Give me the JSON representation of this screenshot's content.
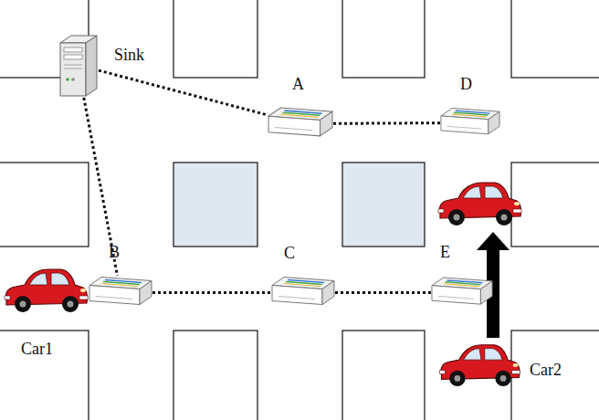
{
  "diagram": {
    "nodes": [
      {
        "text": [
          "Sink"
        ]
      },
      {
        "text": [
          "A"
        ]
      },
      {
        "text": [
          "D"
        ]
      },
      {
        "text": [
          "B"
        ]
      },
      {
        "text": [
          "C"
        ]
      },
      {
        "text": [
          "E"
        ]
      },
      {
        "text": [
          "Car1"
        ]
      },
      {
        "text": [
          "Car2"
        ]
      }
    ],
    "edges": [
      {
        "from": 0,
        "to": 1,
        "arrow": "none"
      },
      {
        "from": 0,
        "to": 3,
        "arrow": "none"
      },
      {
        "from": 1,
        "to": 2,
        "arrow": "none"
      },
      {
        "from": 3,
        "to": 4,
        "arrow": "none"
      },
      {
        "from": 4,
        "to": 5,
        "arrow": "none"
      }
    ]
  }
}
